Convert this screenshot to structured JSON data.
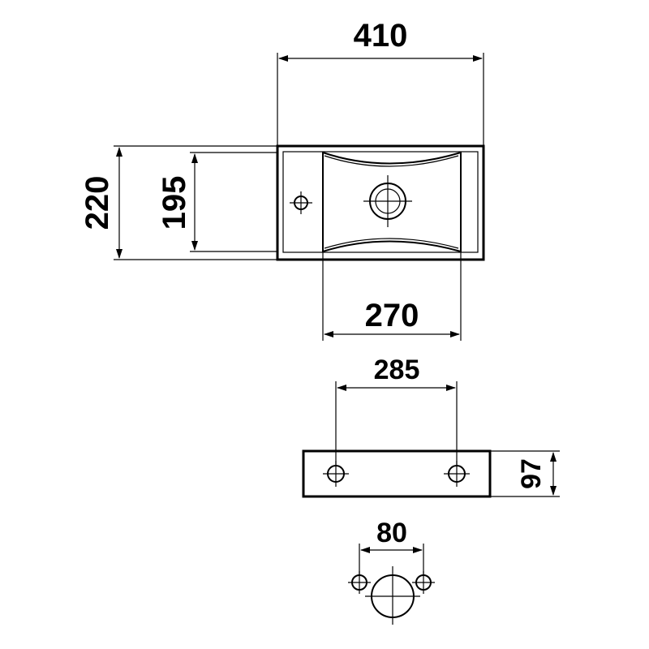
{
  "dimensions": {
    "width_total": "410",
    "depth_total": "220",
    "depth_inner": "195",
    "bowl_width": "270",
    "mount_spacing": "285",
    "mount_height": "97",
    "tap_spacing": "80"
  },
  "colors": {
    "line": "#000000",
    "background": "#ffffff"
  }
}
